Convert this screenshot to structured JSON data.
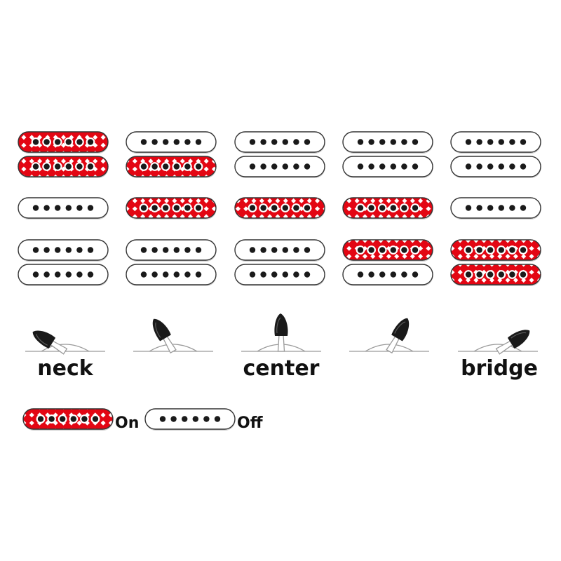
{
  "colors": {
    "on_fill": "#e30613",
    "off_fill": "#ffffff",
    "outline": "#333333",
    "pole": "#1a1a1a",
    "lever": "#1a1a1a",
    "shelf": "#9a9a9a"
  },
  "states": [
    "on",
    "off"
  ],
  "positions": [
    {
      "label": "neck",
      "lever": "neck",
      "neck_coils": [
        "on",
        "on"
      ],
      "middle": "off",
      "bridge_coils": [
        "off",
        "off"
      ]
    },
    {
      "label": "",
      "lever": "neck-mid",
      "neck_coils": [
        "off",
        "on"
      ],
      "middle": "on",
      "bridge_coils": [
        "off",
        "off"
      ]
    },
    {
      "label": "center",
      "lever": "center",
      "neck_coils": [
        "off",
        "off"
      ],
      "middle": "on",
      "bridge_coils": [
        "off",
        "off"
      ]
    },
    {
      "label": "",
      "lever": "mid-bridge",
      "neck_coils": [
        "off",
        "off"
      ],
      "middle": "on",
      "bridge_coils": [
        "on",
        "off"
      ]
    },
    {
      "label": "bridge",
      "lever": "bridge",
      "neck_coils": [
        "off",
        "off"
      ],
      "middle": "off",
      "bridge_coils": [
        "on",
        "on"
      ]
    }
  ],
  "legend": {
    "on_label": "On",
    "off_label": "Off"
  }
}
